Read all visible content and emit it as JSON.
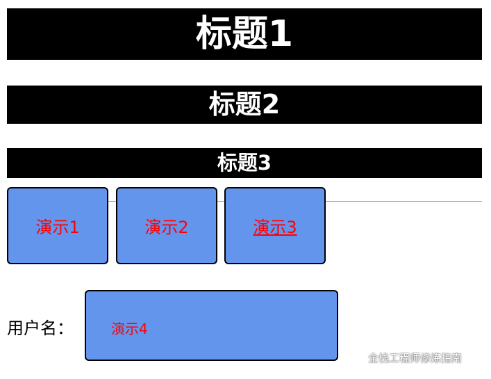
{
  "headings": {
    "h1": "标题1",
    "h2": "标题2",
    "h3": "标题3"
  },
  "demos": {
    "demo1": "演示1",
    "demo2": "演示2",
    "demo3": "演示3",
    "demo4": "演示4"
  },
  "form": {
    "username_label": "用户名："
  },
  "watermark": {
    "text": "全栈工程师修炼指南",
    "icon": "wechat-icon"
  },
  "colors": {
    "heading_bg": "#000000",
    "heading_text": "#ffffff",
    "box_bg": "#6495ed",
    "box_text": "#ff0000"
  }
}
